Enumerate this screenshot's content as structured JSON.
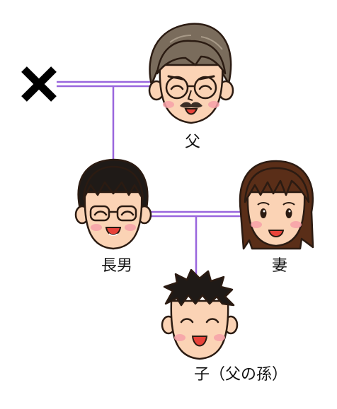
{
  "diagram": {
    "labels": {
      "father": "父",
      "eldest_son": "長男",
      "wife": "妻",
      "child": "子（父の孫）"
    },
    "deceased_mark": "×"
  },
  "colors": {
    "line": "#9966dd",
    "skin": "#fbd3b5",
    "outline": "#2b1b12",
    "gray_hair": "#7a6c5c",
    "black_hair": "#1f1a17",
    "brown_hair": "#5a2e18",
    "cheek": "#f6a0a8",
    "mouth": "#e8433a"
  }
}
